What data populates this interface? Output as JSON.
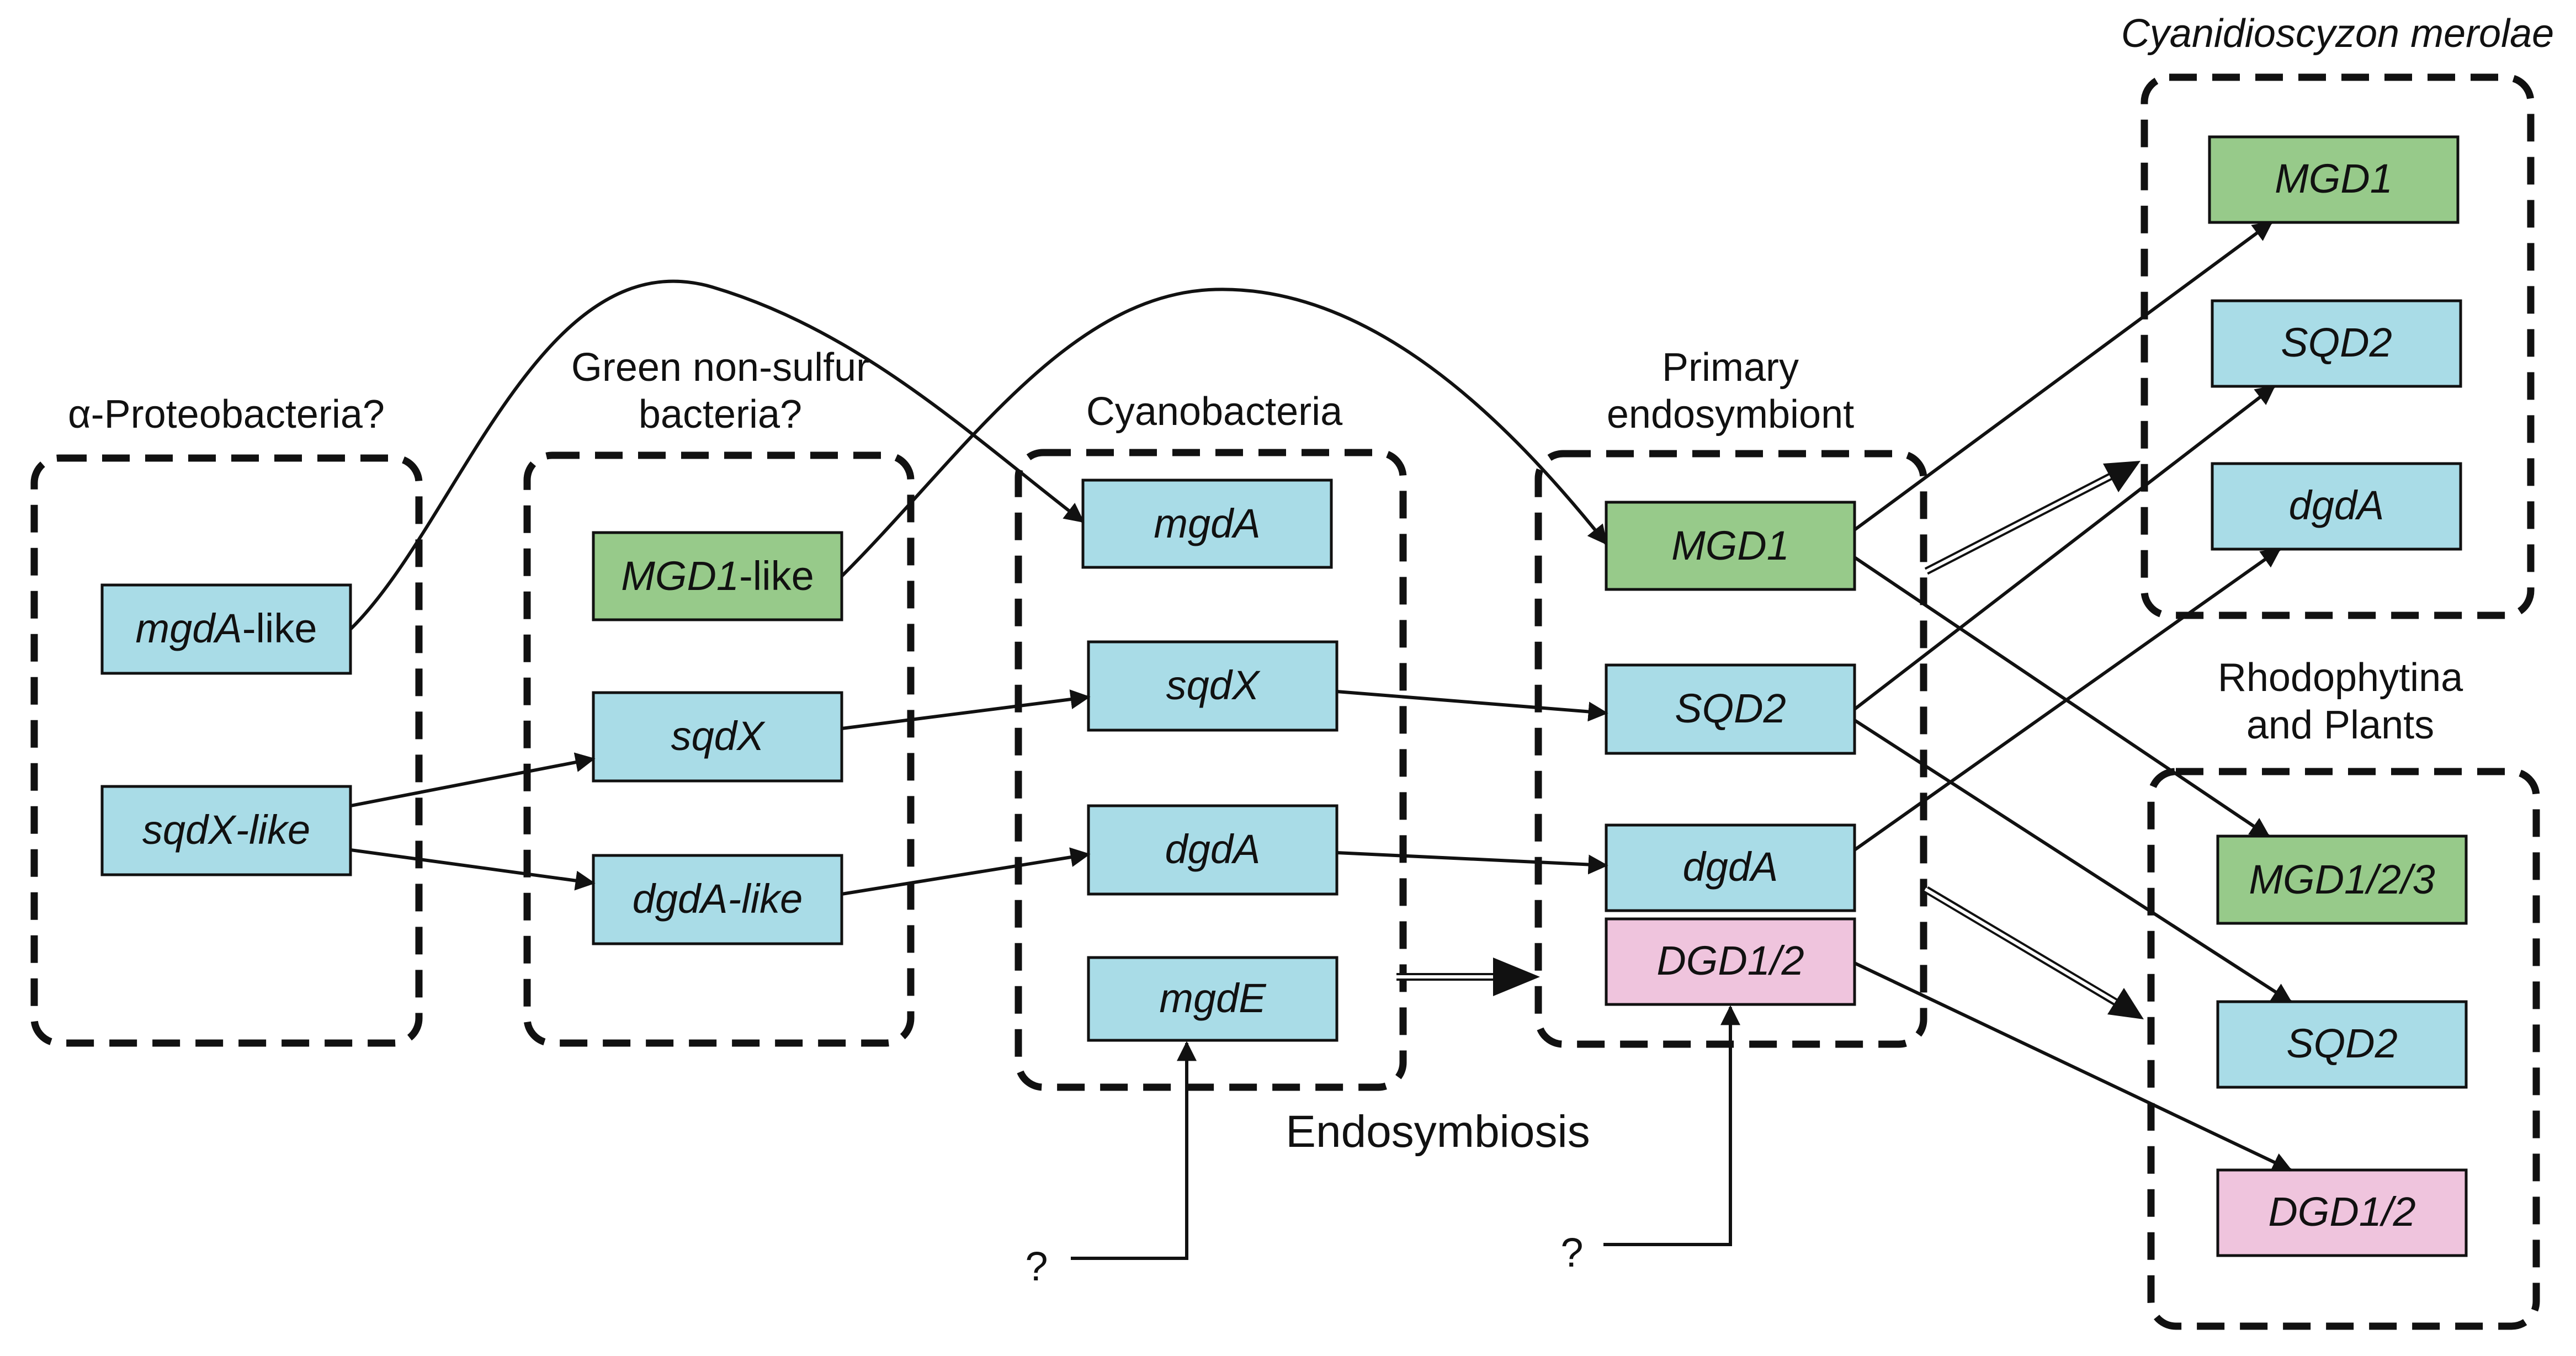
{
  "groups": {
    "alpha_proteobacteria": "α-Proteobacteria?",
    "green_nonsulfur_line1": "Green non-sulfur",
    "green_nonsulfur_line2": "bacteria?",
    "cyanobacteria": "Cyanobacteria",
    "primary_line1": "Primary",
    "primary_line2": "endosymbiont",
    "cyanidioschyzon": "Cyanidioscyzon merolae",
    "rhodophytina_line1": "Rhodophytina",
    "rhodophytina_line2": "and Plants"
  },
  "genes": {
    "alpha_mgda": {
      "italic": "mgdA",
      "plain": "-like",
      "color": "#a9dce7"
    },
    "alpha_sqdx": {
      "italic": "sqdX-like",
      "plain": "",
      "color": "#a9dce7"
    },
    "gns_mgd1": {
      "italic": "MGD1",
      "plain": "-like",
      "color": "#97ca8a"
    },
    "gns_sqdx": {
      "italic": "sqdX",
      "plain": "",
      "color": "#a9dce7"
    },
    "gns_dgda": {
      "italic": "dgdA-like",
      "plain": "",
      "color": "#a9dce7"
    },
    "cyano_mgda": {
      "italic": "mgdA",
      "plain": "",
      "color": "#a9dce7"
    },
    "cyano_sqdx": {
      "italic": "sqdX",
      "plain": "",
      "color": "#a9dce7"
    },
    "cyano_dgda": {
      "italic": "dgdA",
      "plain": "",
      "color": "#a9dce7"
    },
    "cyano_mgde": {
      "italic": "mgdE",
      "plain": "",
      "color": "#a9dce7"
    },
    "prim_mgd1": {
      "italic": "MGD1",
      "plain": "",
      "color": "#97ca8a"
    },
    "prim_sqd2": {
      "italic": "SQD2",
      "plain": "",
      "color": "#a9dce7"
    },
    "prim_dgda": {
      "italic": "dgdA",
      "plain": "",
      "color": "#a9dce7"
    },
    "prim_dgd12": {
      "italic": "DGD1/2",
      "plain": "",
      "color": "#efc4dd"
    },
    "cm_mgd1": {
      "italic": "MGD1",
      "plain": "",
      "color": "#97ca8a"
    },
    "cm_sqd2": {
      "italic": "SQD2",
      "plain": "",
      "color": "#a9dce7"
    },
    "cm_dgda": {
      "italic": "dgdA",
      "plain": "",
      "color": "#a9dce7"
    },
    "rp_mgd123": {
      "italic": "MGD1/2/3",
      "plain": "",
      "color": "#97ca8a"
    },
    "rp_sqd2": {
      "italic": "SQD2",
      "plain": "",
      "color": "#a9dce7"
    },
    "rp_dgd12": {
      "italic": "DGD1/2",
      "plain": "",
      "color": "#efc4dd"
    }
  },
  "labels": {
    "endosymbiosis": "Endosymbiosis",
    "unknown_origin_1": "?",
    "unknown_origin_2": "?"
  },
  "edges": [
    {
      "from": "alpha_mgda",
      "to": "cyano_mgda"
    },
    {
      "from": "alpha_sqdx",
      "to": "gns_sqdx"
    },
    {
      "from": "alpha_sqdx",
      "to": "gns_dgda"
    },
    {
      "from": "gns_mgd1",
      "to": "prim_mgd1"
    },
    {
      "from": "gns_sqdx",
      "to": "cyano_sqdx"
    },
    {
      "from": "gns_dgda",
      "to": "cyano_dgda"
    },
    {
      "from": "cyano_sqdx",
      "to": "prim_sqd2"
    },
    {
      "from": "cyano_dgda",
      "to": "prim_dgda"
    },
    {
      "from": "prim_mgd1",
      "to": "cm_mgd1"
    },
    {
      "from": "prim_mgd1",
      "to": "rp_mgd123"
    },
    {
      "from": "prim_sqd2",
      "to": "cm_sqd2"
    },
    {
      "from": "prim_sqd2",
      "to": "rp_sqd2"
    },
    {
      "from": "prim_dgda",
      "to": "cm_dgda"
    },
    {
      "from": "prim_dgd12",
      "to": "rp_dgd12"
    }
  ]
}
